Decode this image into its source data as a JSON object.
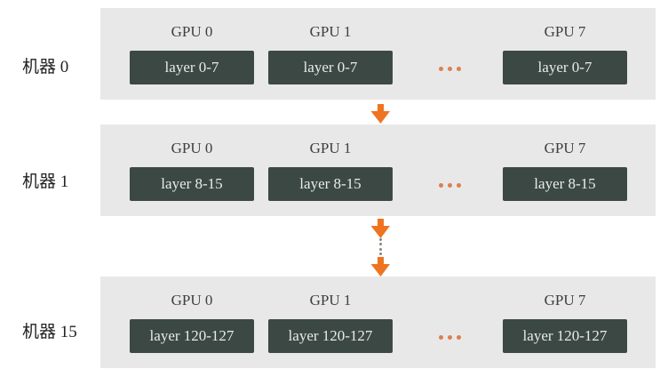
{
  "colors": {
    "panel_bg": "#e8e8e8",
    "layer_box_bg": "#3c4844",
    "layer_box_text": "#eaece9",
    "gpu_label_text": "#3f3f3f",
    "machine_label_text": "#222222",
    "arrow_orange": "#ee7421",
    "ellipsis_orange": "#dc7f4e",
    "connector_dots": "#8a857c"
  },
  "icons": {
    "between_rows_1_2": "down-arrow-icon",
    "between_rows_2_3": "down-arrow-icon, vertical-dotted-connector, down-arrow-icon",
    "within_rows": "horizontal-ellipsis-icon"
  },
  "machines": [
    {
      "label": "机器 0",
      "gpus": [
        {
          "name": "GPU 0",
          "layers": "layer 0-7"
        },
        {
          "name": "GPU 1",
          "layers": "layer 0-7"
        },
        {
          "name": "GPU 7",
          "layers": "layer 0-7"
        }
      ]
    },
    {
      "label": "机器 1",
      "gpus": [
        {
          "name": "GPU 0",
          "layers": "layer 8-15"
        },
        {
          "name": "GPU 1",
          "layers": "layer 8-15"
        },
        {
          "name": "GPU 7",
          "layers": "layer 8-15"
        }
      ]
    },
    {
      "label": "机器 15",
      "gpus": [
        {
          "name": "GPU 0",
          "layers": "layer 120-127"
        },
        {
          "name": "GPU 1",
          "layers": "layer 120-127"
        },
        {
          "name": "GPU 7",
          "layers": "layer 120-127"
        }
      ]
    }
  ]
}
